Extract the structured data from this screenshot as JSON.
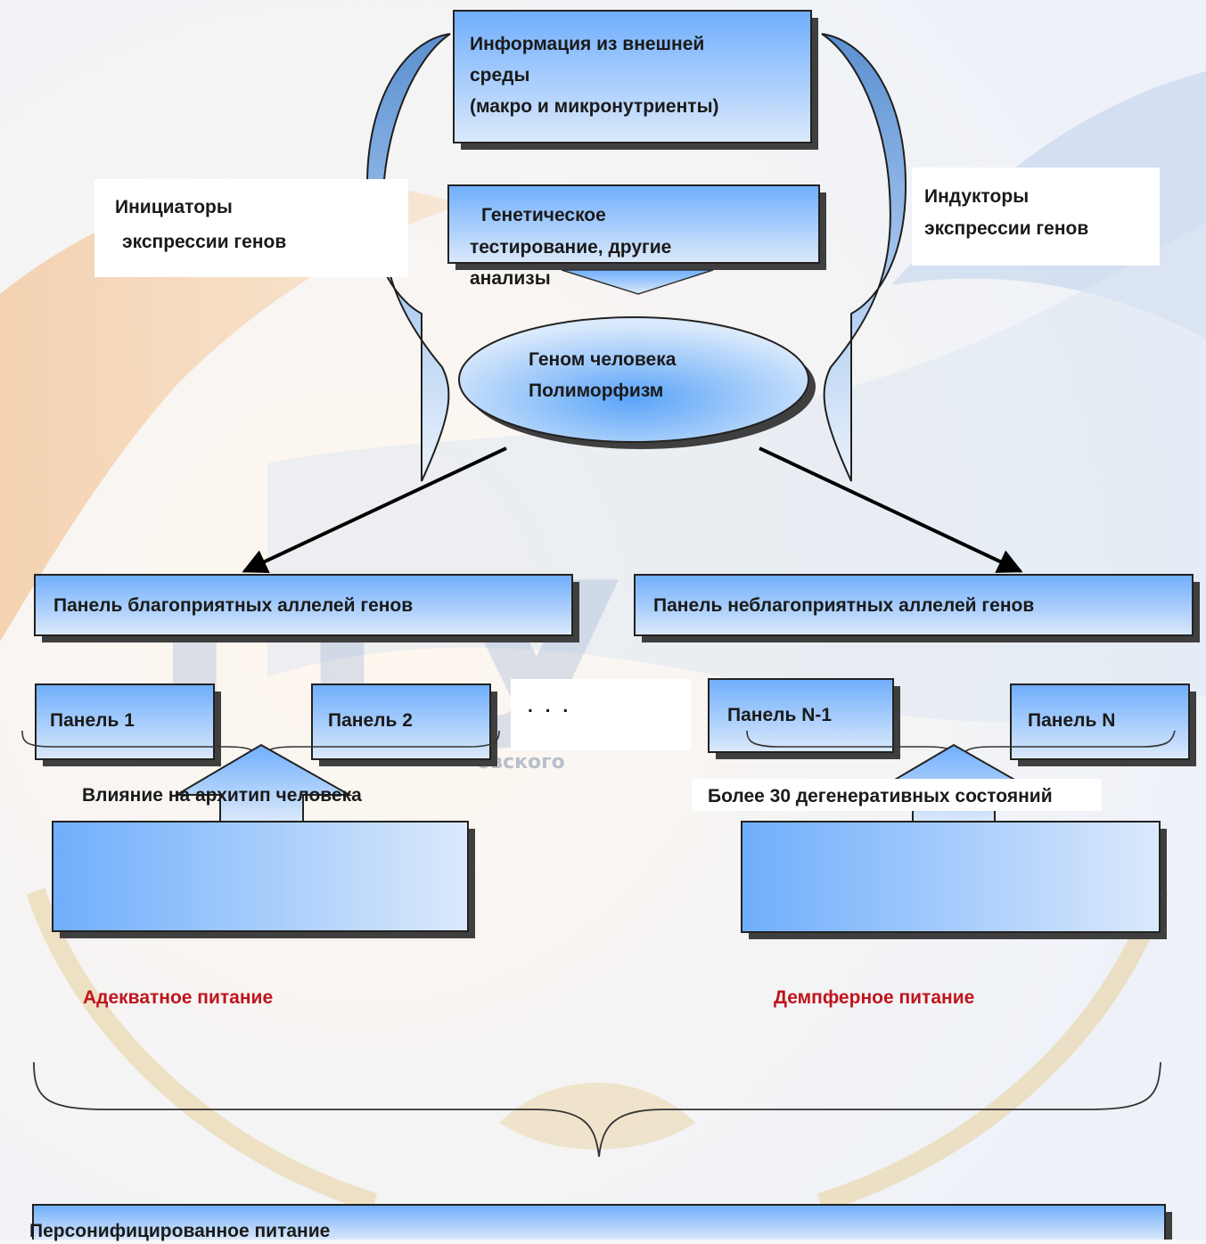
{
  "colors": {
    "box_top": "#dbe9fb",
    "box_bottom": "#6faefc",
    "box_border": "#222222",
    "shadow": "#3f3f3f",
    "accent_red": "#c0141c",
    "background": "#f4f6fa",
    "bg_orange": "#f3c79b",
    "bg_blue": "#c9d8ee",
    "bg_gold": "#e8cf9a"
  },
  "nodes": {
    "environment_info": [
      "Информация из внешней",
      "среды",
      "(макро и микронутриенты)"
    ],
    "genetic_testing": [
      "Генетическое",
      "тестирование, другие",
      "анализы"
    ],
    "genome": [
      "Геном человека",
      "Полиморфизм"
    ],
    "initiators": [
      "Инициаторы",
      "экспрессии генов"
    ],
    "inductors": [
      "Индукторы",
      "экспрессии генов"
    ],
    "favorable_panel": "Панель благоприятных аллелей генов",
    "unfavorable_panel": "Панель неблагоприятных аллелей генов",
    "panel_1": "Панель 1",
    "panel_2": "Панель 2",
    "ellipsis": ". . .",
    "panel_n_minus_1": "Панель N-1",
    "panel_n": "Панель N",
    "archetype_influence": "Влияние на архитип человека",
    "degenerative_states": "Более 30 дегенеративных состояний",
    "adequate_nutrition": "Адекватное  питание",
    "damper_nutrition": "Демпферное питание",
    "personalized_nutrition": "Персонифицированное питание"
  },
  "background_text": {
    "logo_letters": "ГГУ",
    "logo_fragment": "овского"
  },
  "edges": [
    {
      "from": "genetic_testing",
      "to": "genome"
    },
    {
      "from": "environment_info",
      "to": "genome",
      "label": "initiators"
    },
    {
      "from": "environment_info",
      "to": "genome",
      "label": "inductors"
    },
    {
      "from": "genome",
      "to": "favorable_panel"
    },
    {
      "from": "genome",
      "to": "unfavorable_panel"
    },
    {
      "from": "adequate_nutrition",
      "to": "archetype_influence"
    },
    {
      "from": "damper_nutrition",
      "to": "degenerative_states"
    },
    {
      "from": "adequate_nutrition",
      "to": "personalized_nutrition"
    },
    {
      "from": "damper_nutrition",
      "to": "personalized_nutrition"
    }
  ]
}
